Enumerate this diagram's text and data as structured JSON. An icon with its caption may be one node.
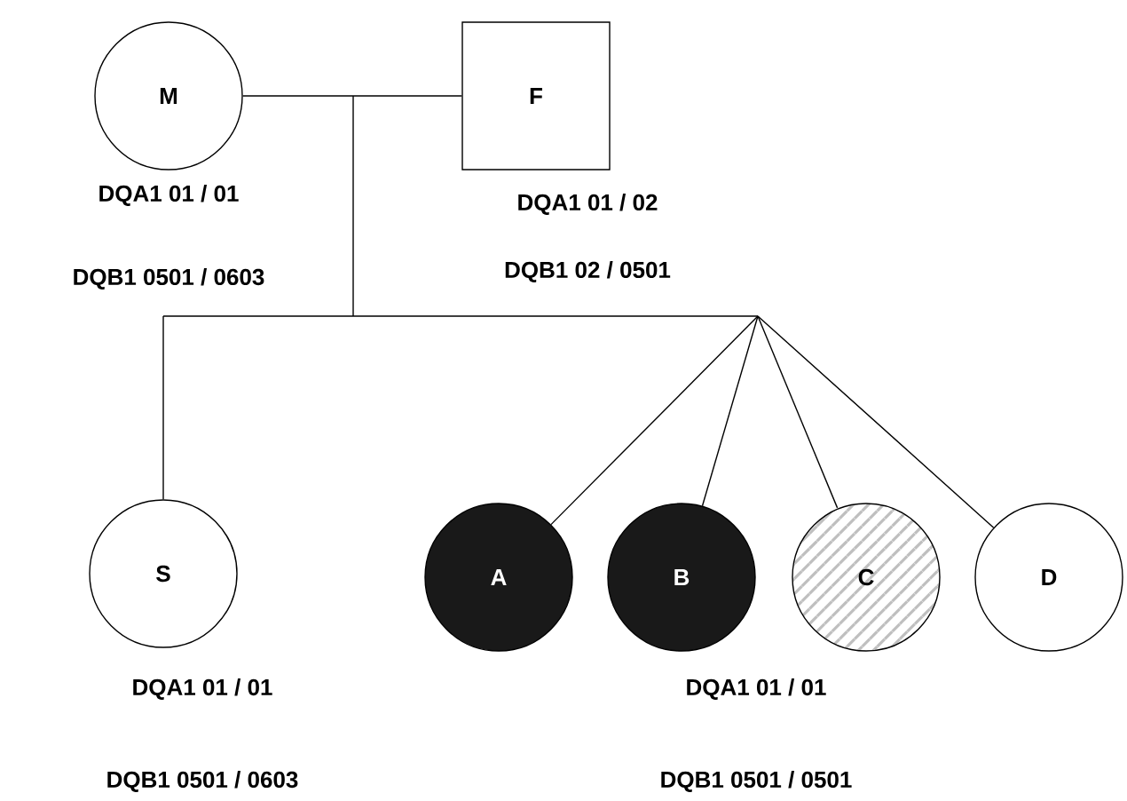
{
  "diagram": {
    "nodes": [
      {
        "text": [
          "M"
        ],
        "beside": [
          "DQA1   01 / 01",
          "DQB1 0501 / 0603"
        ]
      },
      {
        "text": [
          "F"
        ],
        "beside": [
          "DQA1   01 / 02",
          "DQB1 02 / 0501"
        ]
      },
      {
        "text": [
          "S"
        ],
        "beside": [
          "DQA1   01 / 01",
          "DQB1 0501 / 0603"
        ]
      },
      {
        "text": [
          "A"
        ]
      },
      {
        "text": [
          "B"
        ]
      },
      {
        "text": [
          "C"
        ]
      },
      {
        "text": [
          "D"
        ]
      }
    ],
    "edges": [
      {
        "from": 0,
        "to": 1,
        "arrow": "none"
      },
      {
        "from": null,
        "to": 2,
        "arrow": "none"
      },
      {
        "from": null,
        "to": 3,
        "arrow": "none"
      },
      {
        "from": null,
        "to": 4,
        "arrow": "none"
      },
      {
        "from": null,
        "to": 5,
        "arrow": "none"
      },
      {
        "from": null,
        "to": 6,
        "arrow": "none"
      }
    ],
    "labels": [
      "DQA1   01 / 01",
      "DQB1 0501 / 0501"
    ]
  }
}
